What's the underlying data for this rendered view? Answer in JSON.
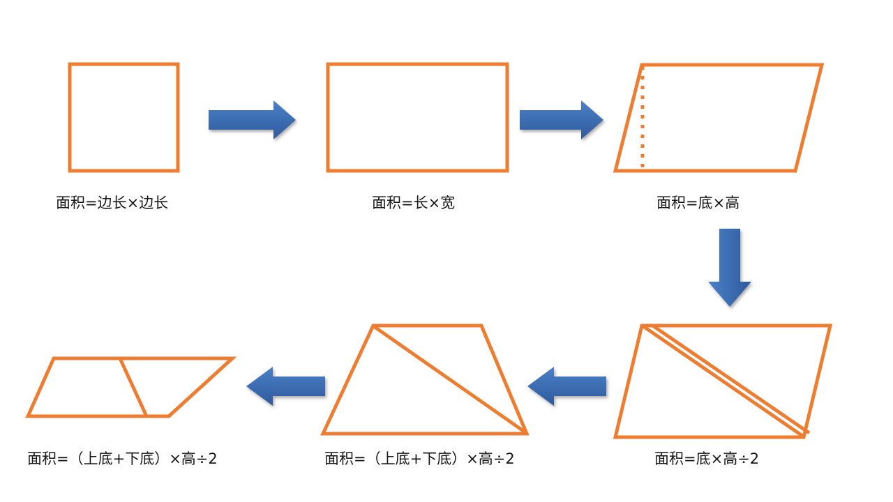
{
  "page": {
    "title": "面积公式推导图",
    "background_color": "#ffffff",
    "shape_stroke_color": "#ED7D31",
    "arrow_color": "#3B6FB6",
    "text_color": "#161616"
  },
  "figures": [
    {
      "id": "square",
      "shape_name": "square",
      "caption": "面积=边长×边长",
      "stroke": "#ED7D31"
    },
    {
      "id": "rectangle",
      "shape_name": "rectangle",
      "caption": "面积=长×宽",
      "stroke": "#ED7D31"
    },
    {
      "id": "parallelogram",
      "shape_name": "parallelogram-with-height",
      "caption": "面积=底×高",
      "stroke": "#ED7D31"
    },
    {
      "id": "split-parallelogram",
      "shape_name": "parallelogram-split-into-two-triangles",
      "caption": "面积=底×高÷2",
      "stroke": "#ED7D31"
    },
    {
      "id": "trapezoid",
      "shape_name": "trapezoid-with-diagonal",
      "caption": "面积=（上底+下底）×高÷2",
      "stroke": "#ED7D31"
    },
    {
      "id": "two-trapezoids",
      "shape_name": "parallelogram-split-into-two-trapezoids",
      "caption": "面积=（上底+下底）×高÷2",
      "stroke": "#ED7D31"
    }
  ],
  "arrows": [
    {
      "id": "arrow-1",
      "direction": "right",
      "from": "square",
      "to": "rectangle",
      "color": "#3B6FB6"
    },
    {
      "id": "arrow-2",
      "direction": "right",
      "from": "rectangle",
      "to": "parallelogram",
      "color": "#3B6FB6"
    },
    {
      "id": "arrow-3",
      "direction": "down",
      "from": "parallelogram",
      "to": "split-parallelogram",
      "color": "#3B6FB6"
    },
    {
      "id": "arrow-4",
      "direction": "left",
      "from": "split-parallelogram",
      "to": "trapezoid",
      "color": "#3B6FB6"
    },
    {
      "id": "arrow-5",
      "direction": "left",
      "from": "trapezoid",
      "to": "two-trapezoids",
      "color": "#3B6FB6"
    }
  ]
}
